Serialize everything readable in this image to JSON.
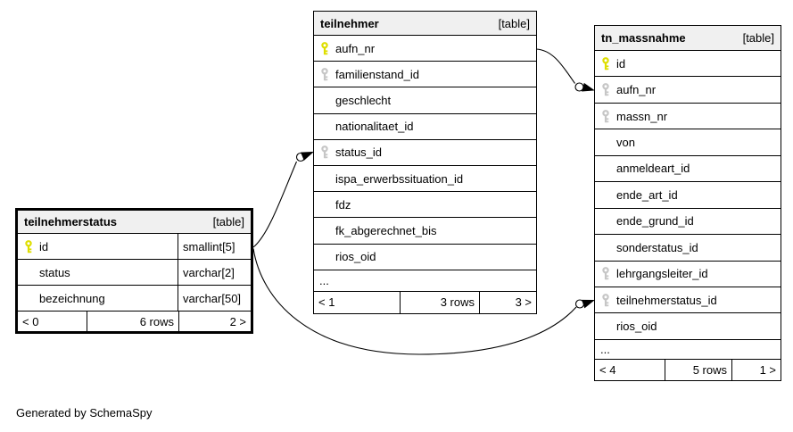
{
  "diagram": {
    "generator_note": "Generated by SchemaSpy",
    "tables": [
      {
        "id": "teilnehmer",
        "name": "teilnehmer",
        "tag": "[table]",
        "columns": [
          {
            "name": "aufn_nr",
            "key": "primary"
          },
          {
            "name": "familienstand_id",
            "key": "foreign"
          },
          {
            "name": "geschlecht"
          },
          {
            "name": "nationalitaet_id"
          },
          {
            "name": "status_id",
            "key": "foreign"
          },
          {
            "name": "ispa_erwerbssituation_id"
          },
          {
            "name": "fdz"
          },
          {
            "name": "fk_abgerechnet_bis"
          },
          {
            "name": "rios_oid"
          }
        ],
        "ellipsis": "...",
        "footer": {
          "parents": "< 1",
          "rows": "3 rows",
          "children": "3 >"
        }
      },
      {
        "id": "tn_massnahme",
        "name": "tn_massnahme",
        "tag": "[table]",
        "columns": [
          {
            "name": "id",
            "key": "primary"
          },
          {
            "name": "aufn_nr",
            "key": "foreign"
          },
          {
            "name": "massn_nr",
            "key": "foreign"
          },
          {
            "name": "von"
          },
          {
            "name": "anmeldeart_id"
          },
          {
            "name": "ende_art_id"
          },
          {
            "name": "ende_grund_id"
          },
          {
            "name": "sonderstatus_id"
          },
          {
            "name": "lehrgangsleiter_id",
            "key": "foreign"
          },
          {
            "name": "teilnehmerstatus_id",
            "key": "foreign"
          },
          {
            "name": "rios_oid"
          }
        ],
        "ellipsis": "...",
        "footer": {
          "parents": "< 4",
          "rows": "5 rows",
          "children": "1 >"
        }
      },
      {
        "id": "teilnehmerstatus",
        "name": "teilnehmerstatus",
        "tag": "[table]",
        "columns": [
          {
            "name": "id",
            "key": "primary",
            "type": "smallint[5]"
          },
          {
            "name": "status",
            "type": "varchar[2]"
          },
          {
            "name": "bezeichnung",
            "type": "varchar[50]"
          }
        ],
        "footer": {
          "parents": "< 0",
          "rows": "6 rows",
          "children": "2 >"
        }
      }
    ],
    "relationships": [
      {
        "from": "teilnehmer.aufn_nr",
        "to": "tn_massnahme.aufn_nr"
      },
      {
        "from": "teilnehmerstatus.id",
        "to": "teilnehmer.status_id"
      },
      {
        "from": "teilnehmerstatus.id",
        "to": "tn_massnahme.teilnehmerstatus_id"
      }
    ]
  },
  "colors": {
    "primary_key": "#dede00",
    "foreign_key": "#c6c6c6",
    "header_bg": "#f0f0f0",
    "border": "#000000"
  }
}
